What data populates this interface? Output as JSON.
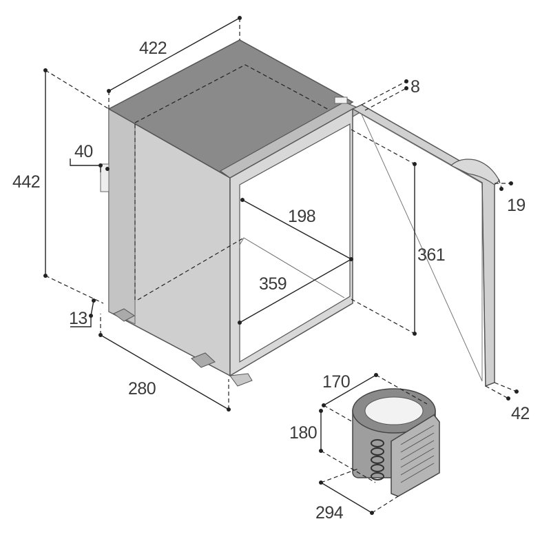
{
  "dimensions": {
    "cabinet_width": "422",
    "height": "442",
    "top_offset": "40",
    "door_thickness": "8",
    "interior_depth": "198",
    "interior_height": "361",
    "interior_width": "359",
    "handle_depth": "19",
    "foot_height": "13",
    "cabinet_depth": "280",
    "door_depth": "42",
    "unit_width": "170",
    "unit_height": "180",
    "unit_depth": "294"
  },
  "colors": {
    "top_panel": "#8a8a8a",
    "side_panel": "#cfcfcf",
    "front_frame": "#d8d8d8",
    "interior": "#ffffff",
    "door": "#d0d0d0",
    "compressor": "#9e9e9e",
    "text": "#3a3a3a"
  }
}
